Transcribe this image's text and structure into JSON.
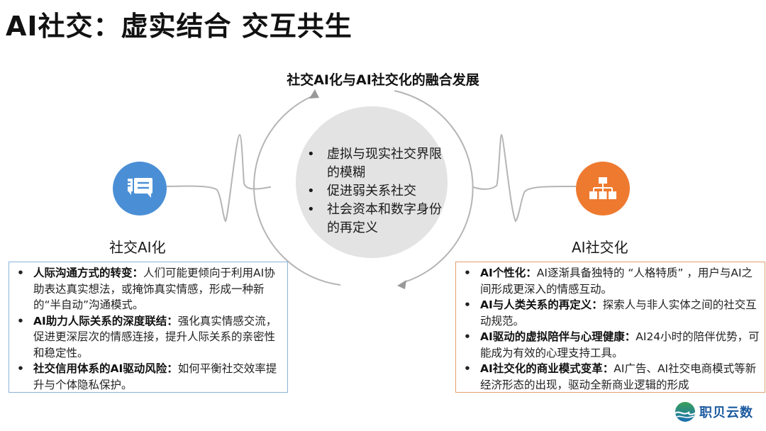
{
  "page": {
    "title": "AI社交：虚实结合 交互共生"
  },
  "diagram": {
    "title": "社交AI化与AI社交化的融合发展",
    "center": {
      "items": [
        "虚拟与现实社交界限的模糊",
        "促进弱关系社交",
        "社会资本和数字身份的再定义"
      ]
    },
    "left_node": {
      "icon": "chat-bubbles-icon",
      "label": "社交AI化",
      "color": "#4a8fd6",
      "points": [
        {
          "heading": "人际沟通方式的转变：",
          "text": "人们可能更倾向于利用AI协助表达真实想法，或掩饰真实情感，形成一种新的“半自动”沟通模式。"
        },
        {
          "heading": "AI助力人际关系的深度联结：",
          "text": "强化真实情感交流，促进更深层次的情感连接，提升人际关系的亲密性和稳定性。"
        },
        {
          "heading": "社交信用体系的AI驱动风险：",
          "text": "如何平衡社交效率提升与个体隐私保护。"
        }
      ]
    },
    "right_node": {
      "icon": "hierarchy-org-chart-icon",
      "label": "AI社交化",
      "color": "#ee7a30",
      "points": [
        {
          "heading": "AI个性化：",
          "text": "AI逐渐具备独特的 “人格特质” ，用户与AI之间形成更深入的情感互动。"
        },
        {
          "heading": "AI与人类关系的再定义：",
          "text": "探索人与非人实体之间的社交互动规范。"
        },
        {
          "heading": "AI驱动的虚拟陪伴与心理健康：",
          "text": "AI24小时的陪伴优势，可能成为有效的心理支持工具。"
        },
        {
          "heading": "AI社交化的商业模式变革：",
          "text": "AI广告、AI社交电商模式等新经济形态的出现，驱动全新商业逻辑的形成"
        }
      ]
    }
  },
  "logo": {
    "text": "职贝云数",
    "icon": "wave-globe-logo-icon"
  },
  "colors": {
    "left_border": "#8bb4d8",
    "right_border": "#e0a070",
    "center_fill": "#e3e3e3",
    "line": "#b5b5b5"
  }
}
